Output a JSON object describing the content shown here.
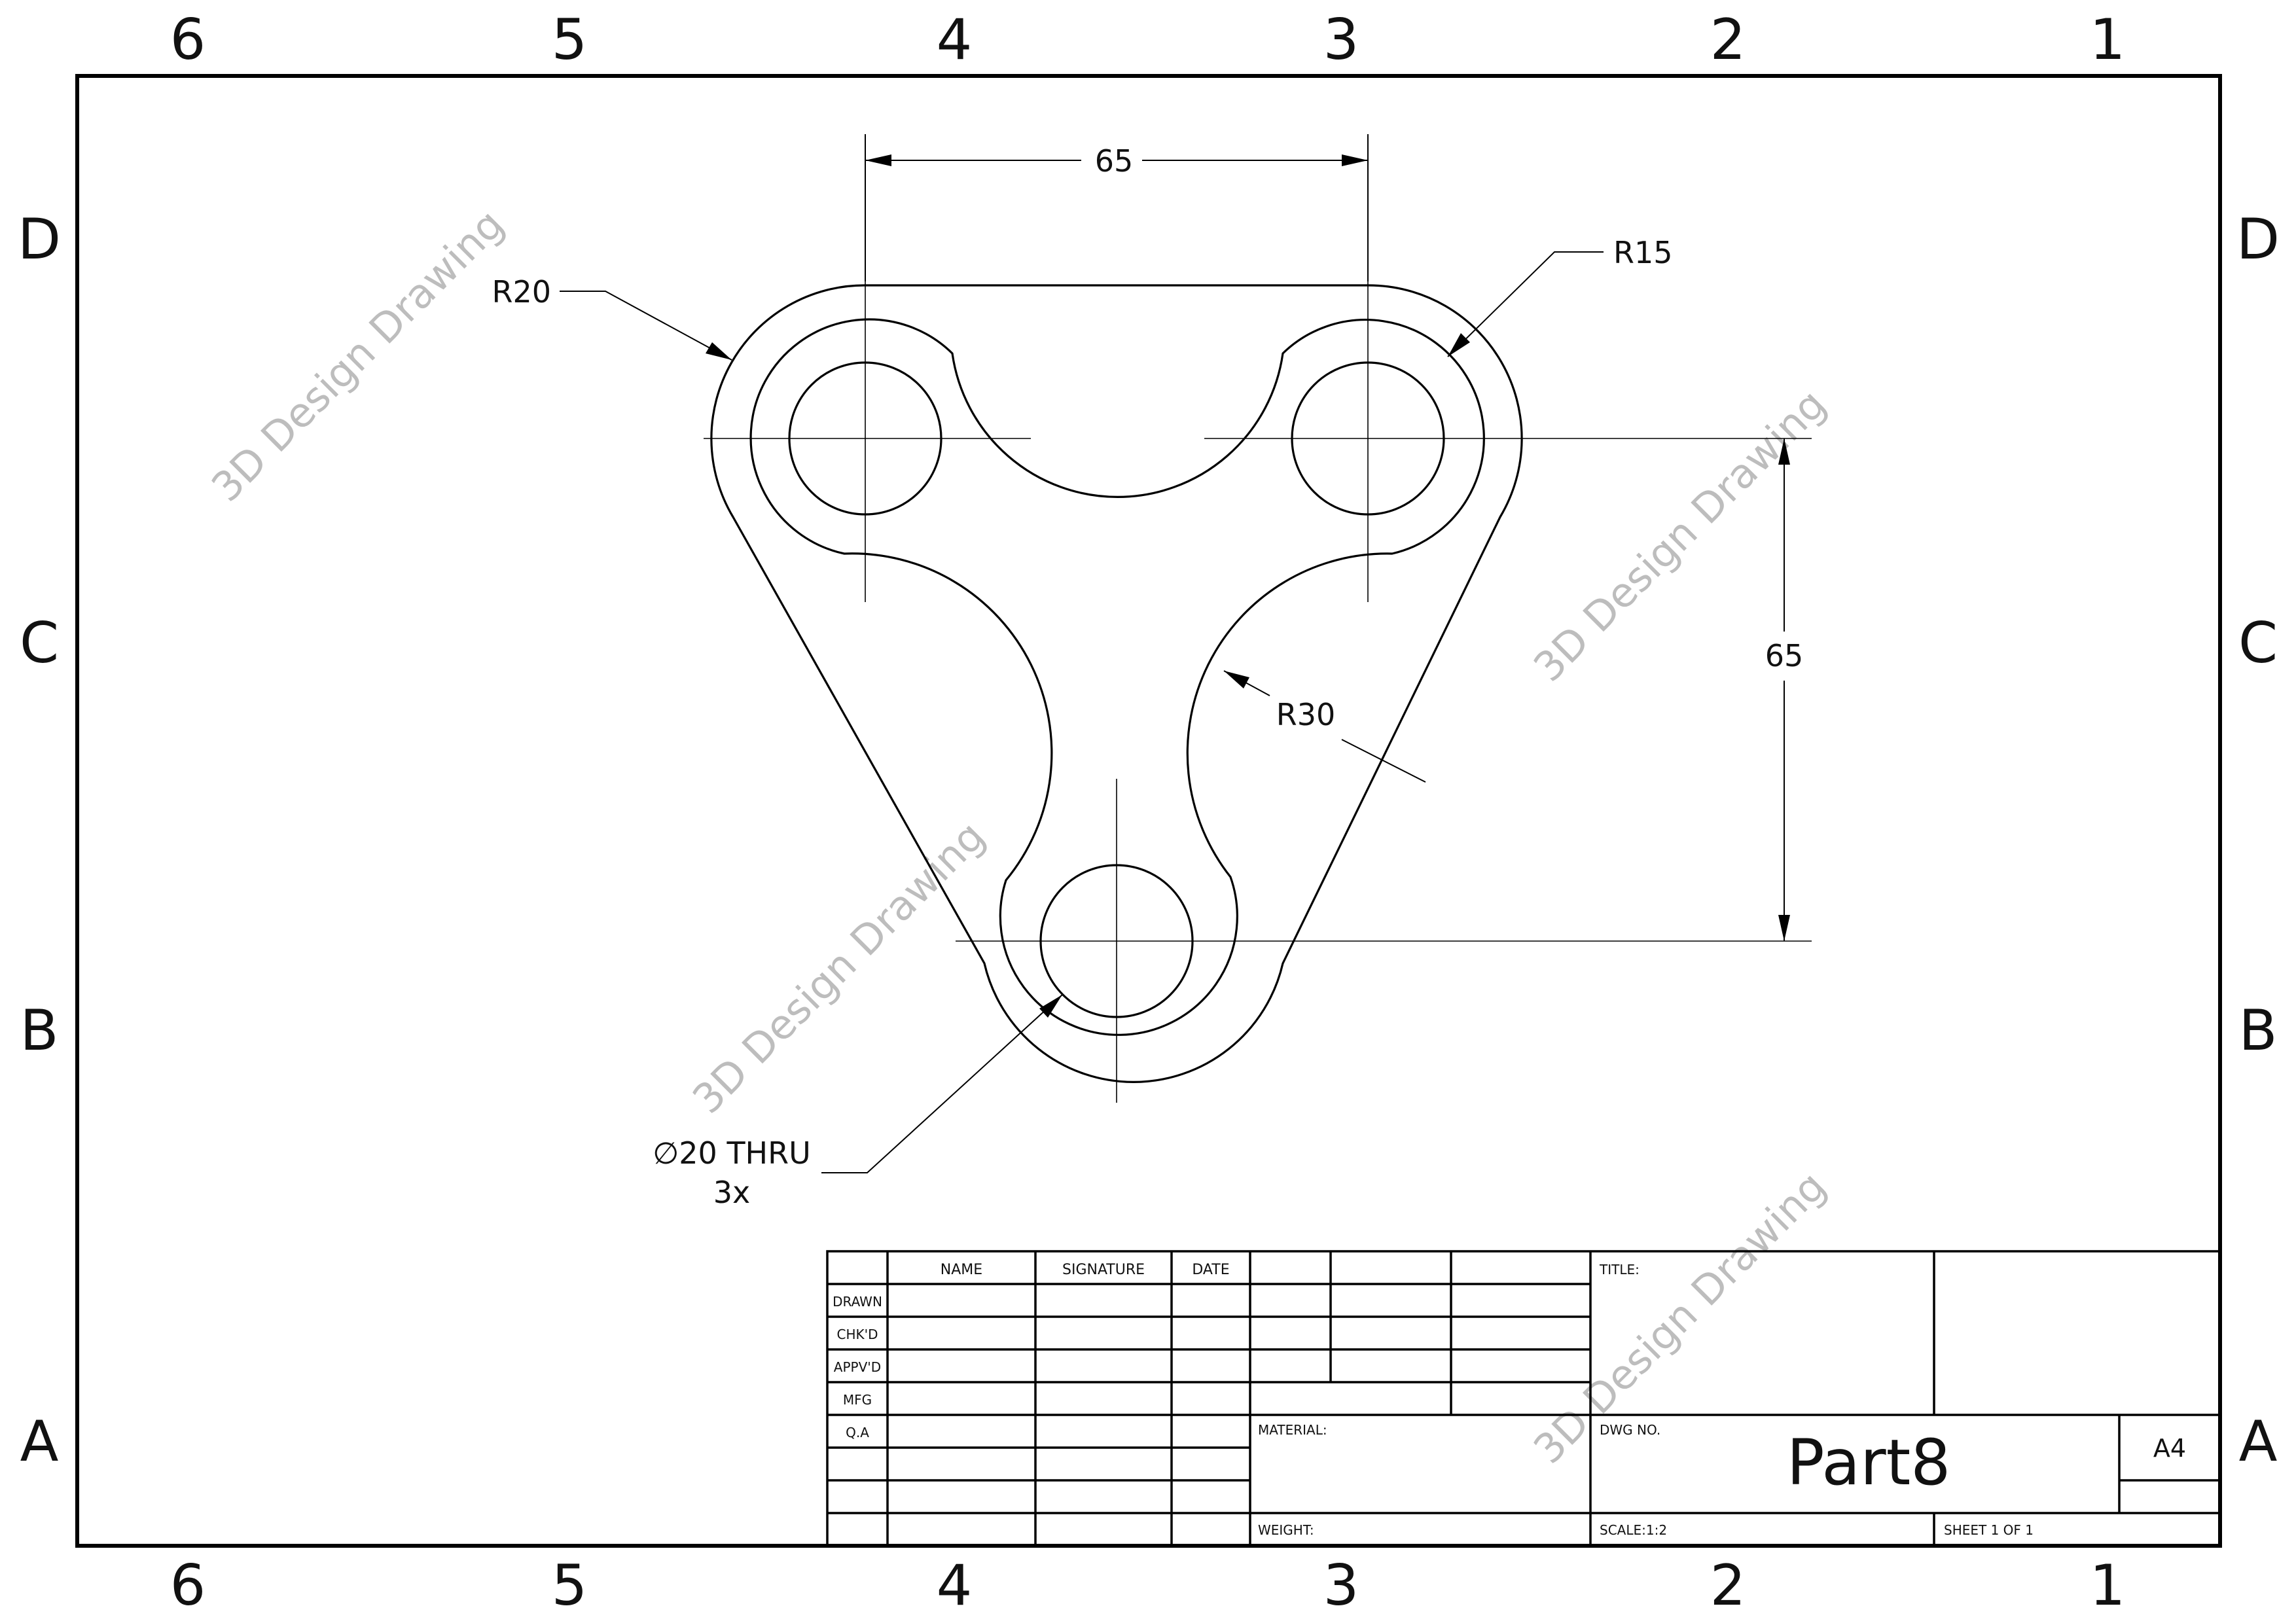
{
  "zones": {
    "columns": [
      "6",
      "5",
      "4",
      "3",
      "2",
      "1"
    ],
    "rows": [
      "D",
      "C",
      "B",
      "A"
    ]
  },
  "dimensions": {
    "horizontal_spacing": "65",
    "vertical_spacing": "65",
    "outer_corner_radius": "R20",
    "boss_radius": "R15",
    "inner_arc_radius": "R30",
    "hole_callout_line1": "∅20 THRU",
    "hole_callout_line2": "3x"
  },
  "watermark": "3D Design Drawing",
  "title_block": {
    "headers": [
      "NAME",
      "SIGNATURE",
      "DATE"
    ],
    "row_labels": [
      "DRAWN",
      "CHK'D",
      "APPV'D",
      "MFG",
      "Q.A"
    ],
    "material_label": "MATERIAL:",
    "weight_label": "WEIGHT:",
    "title_label": "TITLE:",
    "dwg_no_label": "DWG NO.",
    "dwg_no": "Part8",
    "size": "A4",
    "scale": "SCALE:1:2",
    "sheet": "SHEET 1 OF 1"
  }
}
